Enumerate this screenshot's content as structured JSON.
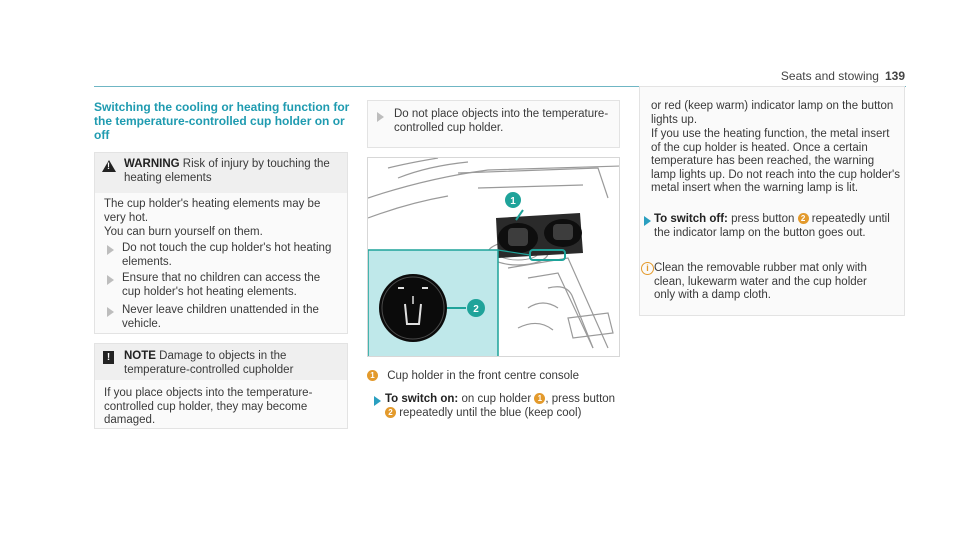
{
  "header": {
    "section": "Seats and stowing",
    "page": "139"
  },
  "title": "Switching the cooling or heating function for the temperature-controlled cup holder on or off",
  "warning": {
    "label": "WARNING",
    "heading": "Risk of injury by touching the heating elements",
    "body": "The cup holder's heating elements may be very hot.",
    "body2": "You can burn yourself on them.",
    "steps": [
      "Do not touch the cup holder's hot heating elements.",
      "Ensure that no children can access the cup holder's hot heating elements.",
      "Never leave children unattended in the vehicle."
    ]
  },
  "note": {
    "label": "NOTE",
    "heading": "Damage to objects in the temperature-controlled cupholder",
    "body": "If you place objects into the temperature-controlled cup holder, they may become damaged."
  },
  "col2": {
    "step": "Do not place objects into the temperature-controlled cup holder.",
    "caption_num": "1",
    "caption": "Cup holder in the front centre console",
    "switch_on_label": "To switch on:",
    "switch_on_text_a": "on cup holder",
    "switch_on_num1": "1",
    "switch_on_text_b": ", press button",
    "switch_on_num2": "2",
    "switch_on_text_c": "repeatedly until the blue (keep cool)"
  },
  "col3": {
    "cont1": "or red (keep warm) indicator lamp on the button lights up.",
    "cont2": "If you use the heating function, the metal insert of the cup holder is heated. Once a certain temperature has been reached, the warning lamp lights up. Do not reach into the cup holder's metal insert when the warning lamp is lit.",
    "switch_off_label": "To switch off:",
    "switch_off_text_a": "press button",
    "switch_off_num": "2",
    "switch_off_text_b": "repeatedly until the indicator lamp on the button goes out.",
    "info": "Clean the removable rubber mat only with clean, lukewarm water and the cup holder only with a damp cloth."
  },
  "figure": {
    "callout1": "1",
    "callout2": "2"
  },
  "colors": {
    "accent": "#1f9bb0",
    "callout": "#1fa39a",
    "marker": "#e39a2c"
  }
}
